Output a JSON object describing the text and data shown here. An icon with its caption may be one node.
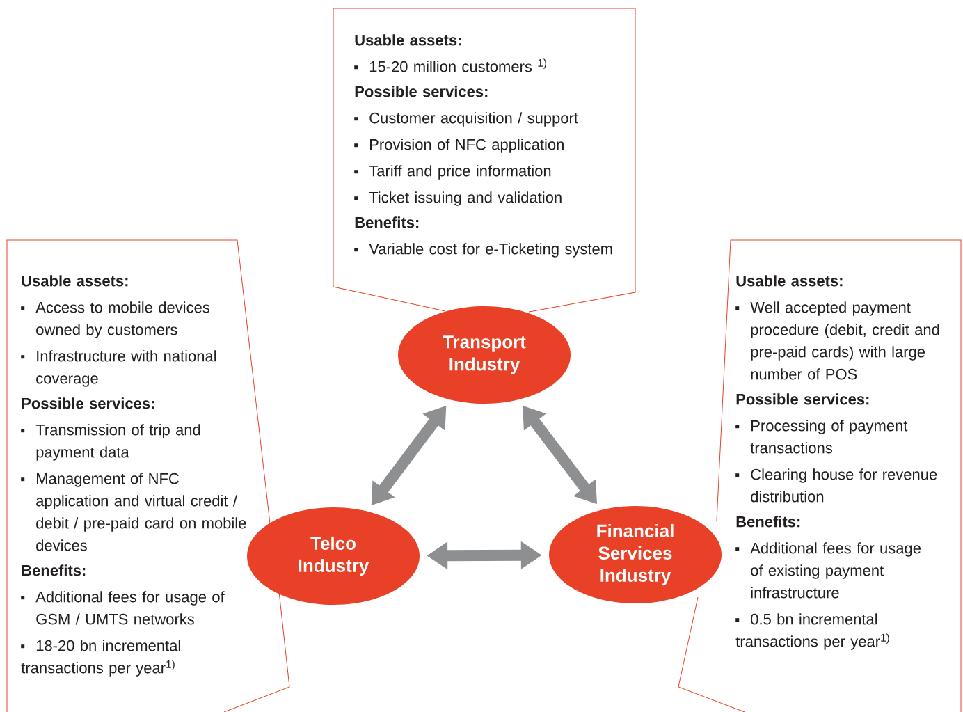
{
  "diagram": {
    "nodes": [
      {
        "text": [
          "Usable assets:",
          "15-20 million customers $^{1)}$",
          "Possible services:",
          "Customer acquisition / support",
          "Provision of NFC application",
          "Tariff and price information",
          "Ticket issuing and validation",
          "Benefits:",
          "Variable cost for e-Ticketing system"
        ]
      },
      {
        "text": [
          "Usable assets:",
          "Access to mobile devices owned by customers",
          "Infrastructure with national coverage",
          "Possible services:",
          "Transmission of trip and payment data",
          "Management of NFC application and virtual credit / debit / pre-paid card on mobile devices",
          "Benefits:",
          "Additional fees for usage of GSM / UMTS networks",
          "18-20 bn incremental transactions per year$^{1)}$"
        ]
      },
      {
        "text": [
          "Usable assets:",
          "Well accepted payment procedure (debit, credit and pre-paid cards) with large number of POS",
          "Possible services:",
          "Processing of payment transactions",
          "Clearing house for revenue distribution",
          "Benefits:",
          "Additional fees for usage of existing payment infrastructure",
          "0.5 bn incremental transactions per year$^{1)}$"
        ]
      },
      {
        "text": [
          "Transport Industry"
        ]
      },
      {
        "text": [
          "Telco Industry"
        ]
      },
      {
        "text": [
          "Financial Services Industry"
        ]
      }
    ],
    "edges": [
      {
        "from": 3,
        "to": 4,
        "arrow": "both"
      },
      {
        "from": 3,
        "to": 5,
        "arrow": "both"
      },
      {
        "from": 4,
        "to": 5,
        "arrow": "both"
      }
    ]
  }
}
